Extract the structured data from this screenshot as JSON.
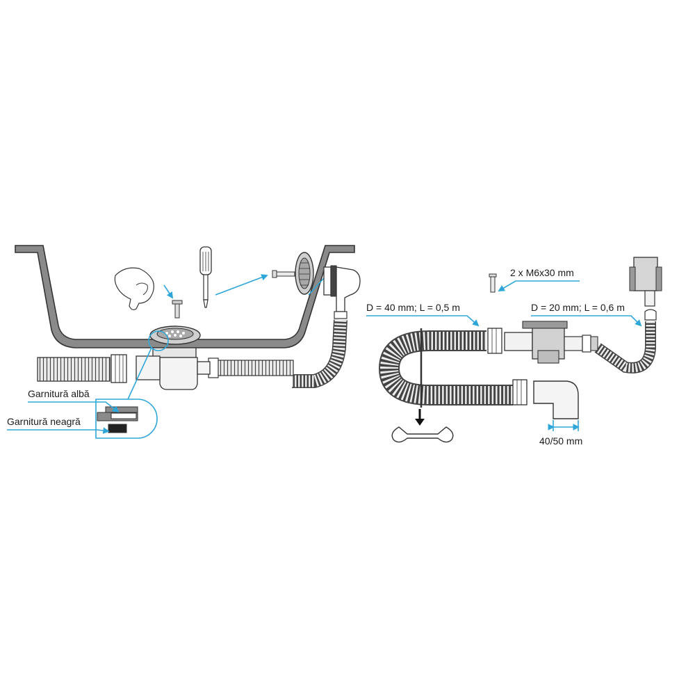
{
  "labels": {
    "white_gasket": "Garnitură albă",
    "black_gasket": "Garnitură neagră",
    "screws": "2 x M6x30 mm",
    "pipe_main": "D = 40 mm; L = 0,5 m",
    "pipe_overflow": "D = 20 mm; L = 0,6 m",
    "outlet_size": "40/50 mm"
  },
  "colors": {
    "sink": "#7f7f7f",
    "leader": "#2ea7d8",
    "ink": "#333333",
    "part_fill": "#f4f4f4",
    "hose_fill": "#e8e8e8"
  }
}
